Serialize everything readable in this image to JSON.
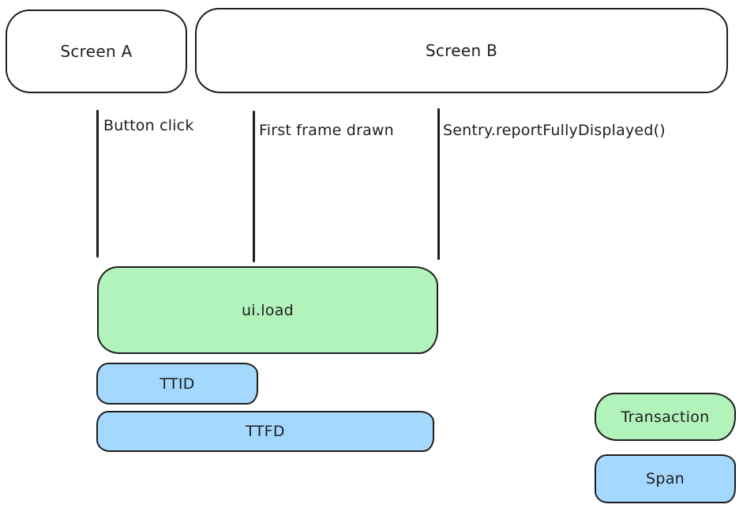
{
  "diagram": {
    "screens": {
      "a": "Screen A",
      "b": "Screen B"
    },
    "events": {
      "button_click": "Button click",
      "first_frame_drawn": "First frame drawn",
      "report_fully_displayed": "Sentry.reportFullyDisplayed()"
    },
    "bars": {
      "transaction": "ui.load",
      "ttid": "TTID",
      "ttfd": "TTFD"
    },
    "legend": {
      "transaction": "Transaction",
      "span": "Span"
    },
    "colors": {
      "transaction_fill": "#b2f2bb",
      "span_fill": "#a5d8ff",
      "stroke": "#1e1e1e",
      "background": "#ffffff"
    }
  }
}
